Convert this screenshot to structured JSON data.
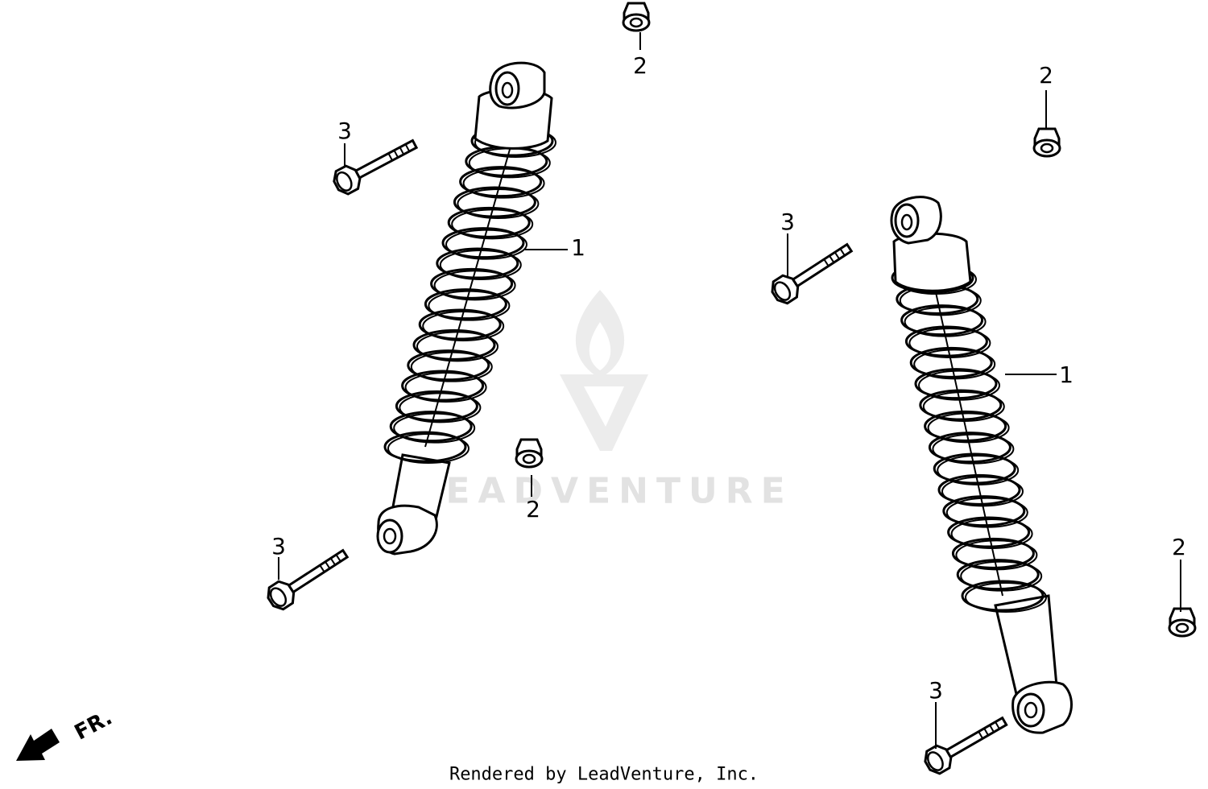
{
  "callouts": [
    {
      "key": "shock_left",
      "label": "1"
    },
    {
      "key": "shock_right",
      "label": "1"
    },
    {
      "key": "nut_top_center",
      "label": "2"
    },
    {
      "key": "nut_top_right",
      "label": "2"
    },
    {
      "key": "nut_middle",
      "label": "2"
    },
    {
      "key": "nut_far_right",
      "label": "2"
    },
    {
      "key": "bolt_upper_left",
      "label": "3"
    },
    {
      "key": "bolt_lower_left",
      "label": "3"
    },
    {
      "key": "bolt_middle_right",
      "label": "3"
    },
    {
      "key": "bolt_bottom_right",
      "label": "3"
    }
  ],
  "direction_marker": {
    "label": "FR."
  },
  "watermark": {
    "text": "LEADVENTURE"
  },
  "footer": {
    "text": "Rendered by LeadVenture, Inc."
  }
}
